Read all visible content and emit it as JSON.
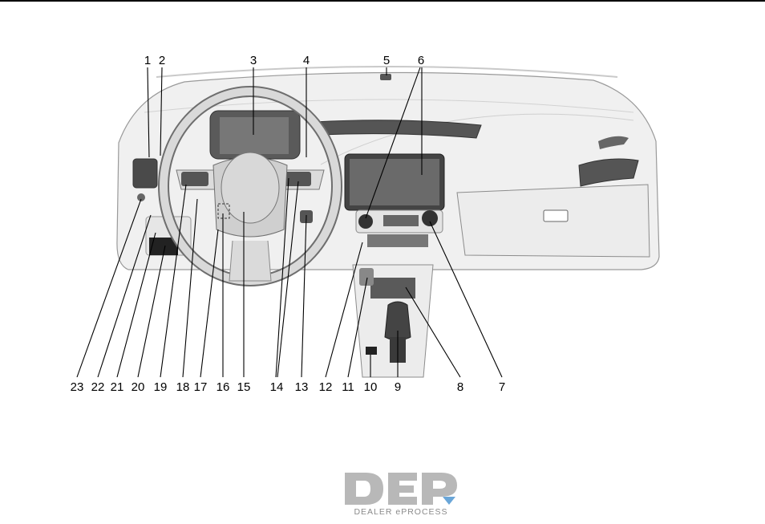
{
  "labels": [
    "1",
    "2",
    "3",
    "4",
    "5",
    "6",
    "7",
    "8",
    "9",
    "10",
    "11",
    "12",
    "13",
    "14",
    "15",
    "16",
    "17",
    "18",
    "19",
    "20",
    "21",
    "22",
    "23"
  ],
  "logo": {
    "text": "DEP",
    "subtitle": "DEALER ePROCESS"
  }
}
